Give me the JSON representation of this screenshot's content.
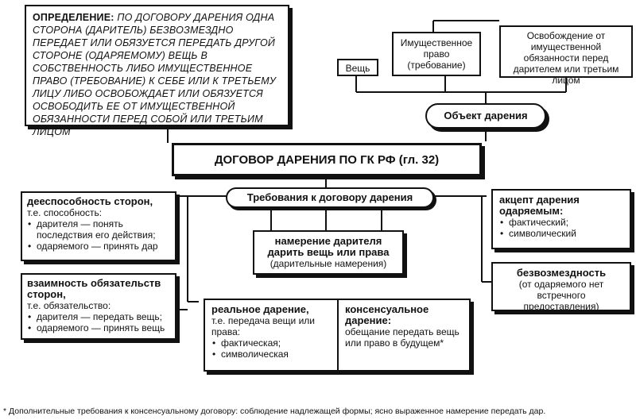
{
  "definition": {
    "label": "ОПРЕДЕЛЕНИЕ:",
    "text": "ПО ДОГОВОРУ ДАРЕНИЯ ОДНА СТОРОНА (ДАРИТЕЛЬ) БЕЗВОЗМЕЗДНО ПЕРЕДАЕТ ИЛИ ОБЯЗУЕТСЯ ПЕРЕДАТЬ ДРУГОЙ СТОРОНЕ (ОДАРЯЕМОМУ) ВЕЩЬ В СОБСТВЕННОСТЬ ЛИБО ИМУЩЕСТВЕННОЕ ПРАВО (ТРЕБОВАНИЕ) К СЕБЕ ИЛИ К ТРЕТЬЕМУ ЛИЦУ ЛИБО ОСВОБОЖДАЕТ ИЛИ ОБЯЗУЕТСЯ ОСВОБОДИТЬ ЕЕ ОТ ИМУЩЕСТВЕННОЙ ОБЯЗАННОСТИ ПЕРЕД СОБОЙ ИЛИ ТРЕТЬИМ ЛИЦОМ"
  },
  "objects": {
    "thing": "Вещь",
    "property_right": "Имущественное право (требование)",
    "release": "Освобождение от имущественной обязанности перед дарителем или третьим лицом",
    "title": "Объект дарения"
  },
  "main_title": "ДОГОВОР ДАРЕНИЯ ПО ГК РФ (гл. 32)",
  "requirements_title": "Требования к договору дарения",
  "capacity": {
    "title": "дееспособность сторон,",
    "subtitle": "т.е. способность:",
    "items": [
      "дарителя — понять последствия его действия;",
      "одаряемого — принять дар"
    ]
  },
  "mutuality": {
    "title": "взаимность обязательств сторон,",
    "subtitle": "т.е. обязательство:",
    "items": [
      "дарителя — передать вещь;",
      "одаряемого — принять вещь"
    ]
  },
  "intention": {
    "title": "намерение дарителя дарить вещь или права",
    "subtitle": "(дарительные намерения)"
  },
  "real_gift": {
    "title": "реальное дарение,",
    "subtitle": "т.е. передача вещи или права:",
    "items": [
      "фактическая;",
      "символическая"
    ]
  },
  "consensual_gift": {
    "title": "консенсуальное дарение:",
    "text": "обещание передать вещь или право в будущем*"
  },
  "acceptance": {
    "title": "акцепт дарения одаряемым:",
    "items": [
      "фактический;",
      "символический"
    ]
  },
  "gratuitous": {
    "title": "безвозмездность",
    "text": "(от одаряемого нет встречного предоставления)"
  },
  "footnote": "* Дополнительные требования к консенсуальному договору: соблюдение надлежащей формы; ясно выраженное намерение передать дар."
}
